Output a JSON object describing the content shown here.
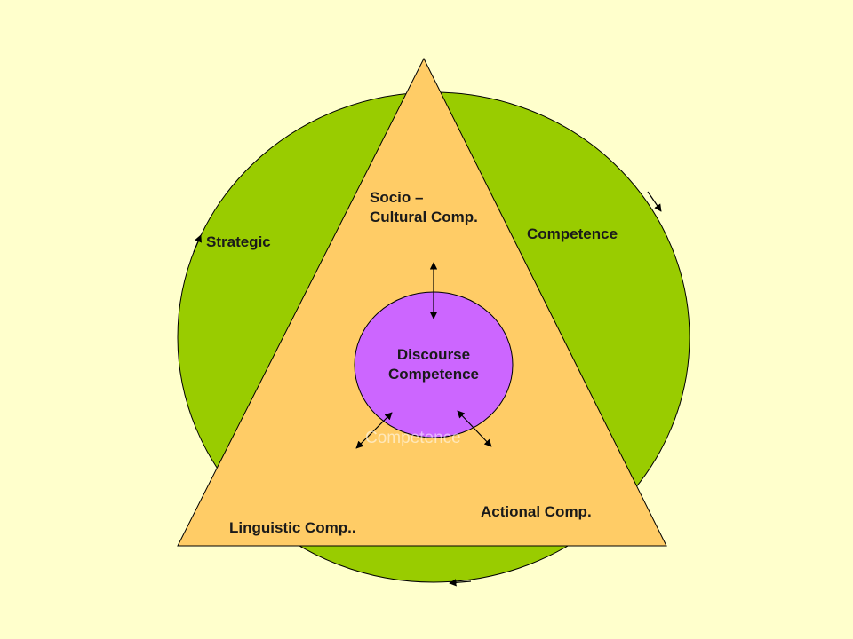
{
  "colors": {
    "background": "#FFFFCC",
    "outer_circle": "#99CC00",
    "triangle": "#FFCC66",
    "inner_circle": "#CC66FF",
    "arrows": "#000000"
  },
  "labels": {
    "strategic": "Strategic",
    "competence": "Competence",
    "socio_line1": "Socio –",
    "socio_line2": "Cultural Comp.",
    "discourse_line1": "Discourse",
    "discourse_line2": "Competence",
    "faint_competence": "Competence",
    "actional": "Actional Comp.",
    "linguistic": "Linguistic Comp.."
  }
}
